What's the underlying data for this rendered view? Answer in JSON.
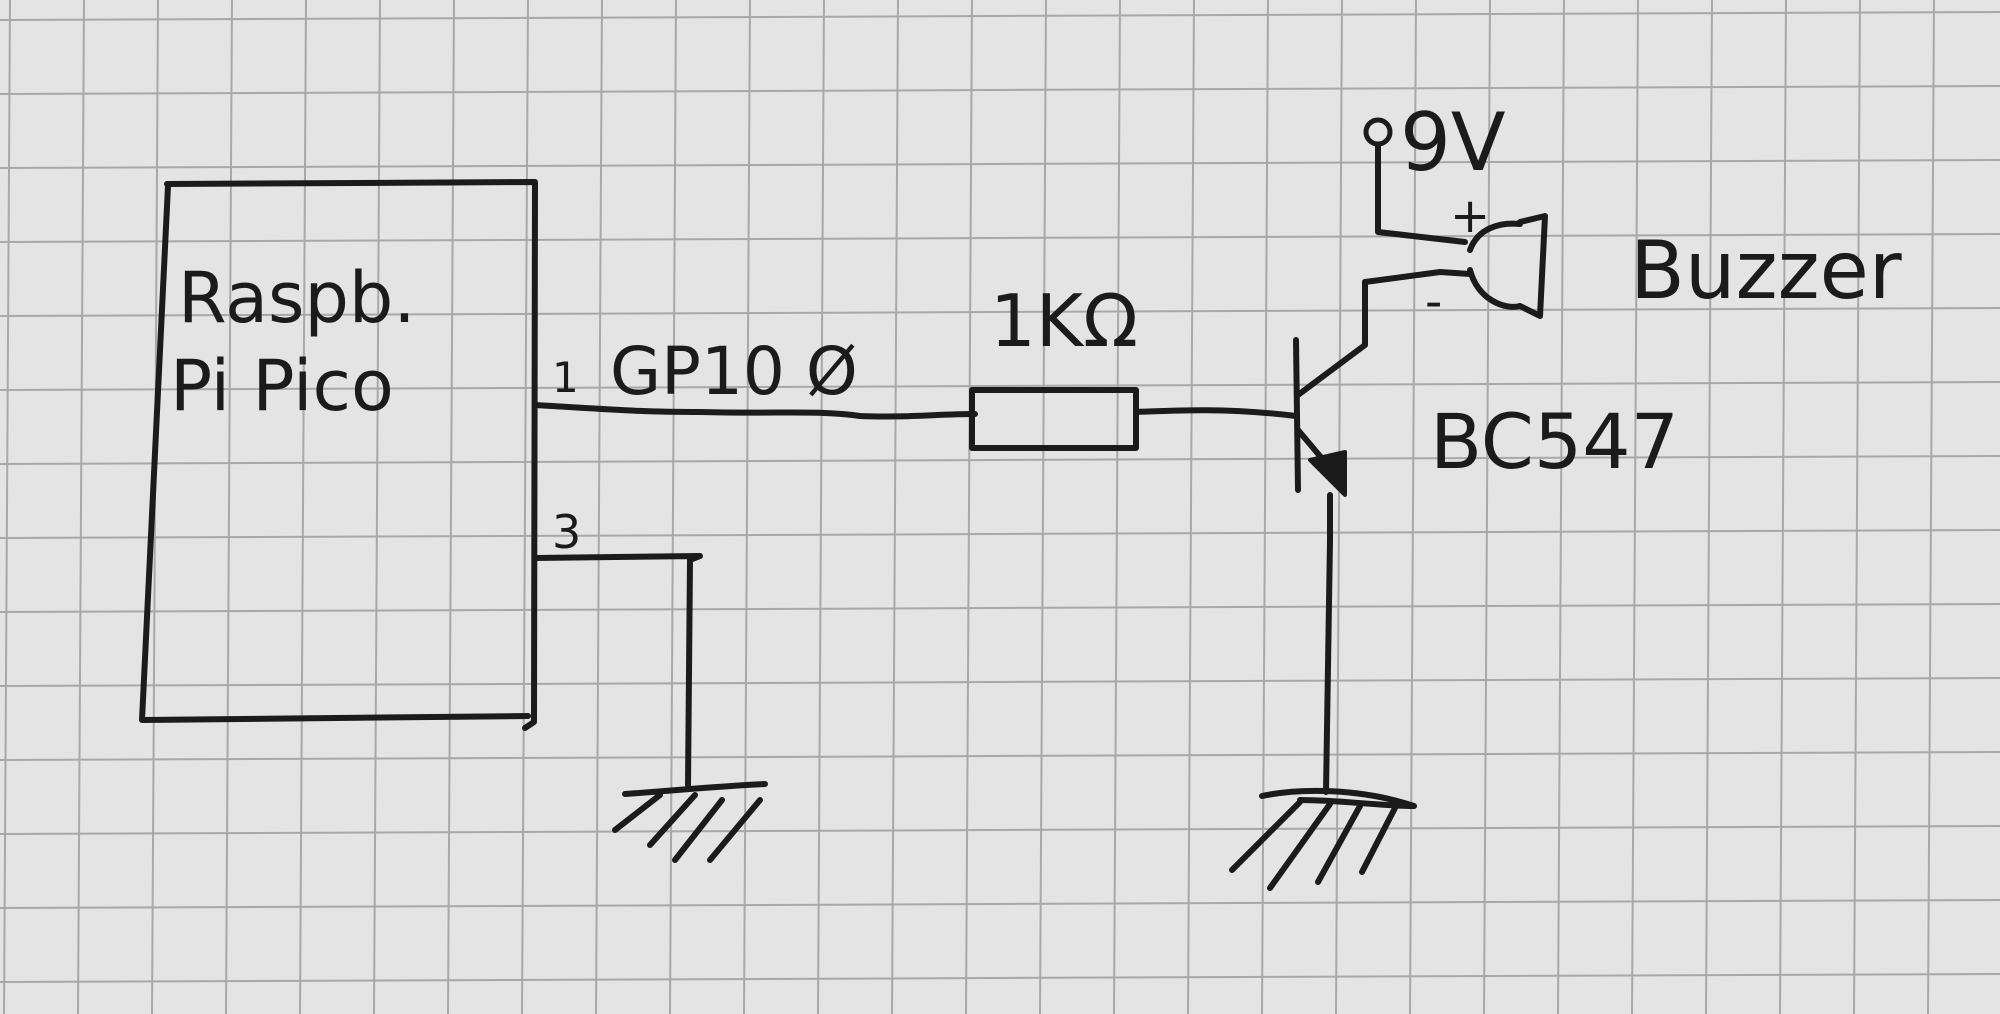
{
  "colors": {
    "paper": "#e4e4e4",
    "grid": "#a8a8a8",
    "ink": "#1b1b1b"
  },
  "labels": {
    "mcu_line1": "Raspb.",
    "mcu_line2": "Pi Pico",
    "pin1_number": "1",
    "pin1_name": "GP10 Ø",
    "pin3_number": "3",
    "resistor_value": "1KΩ",
    "supply_voltage": "9V",
    "buzzer_plus": "+",
    "buzzer_minus": "-",
    "buzzer_name": "Buzzer",
    "transistor_name": "BC547"
  },
  "icons": {
    "supply_terminal": "open-circle-terminal",
    "ground_left": "ground-hatch",
    "ground_right": "ground-hatch",
    "buzzer": "buzzer-symbol",
    "transistor": "npn-transistor-symbol",
    "resistor": "resistor-rectangle"
  }
}
